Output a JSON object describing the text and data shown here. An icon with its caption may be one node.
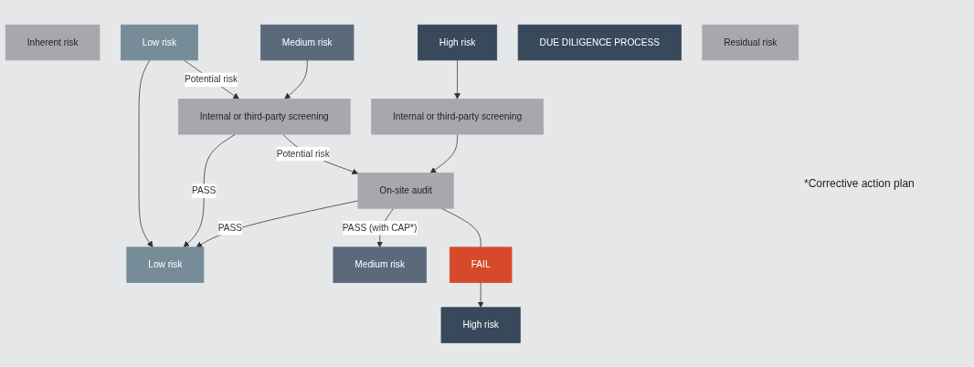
{
  "diagram": {
    "nodes": [
      {
        "text": [
          "Inherent risk"
        ]
      },
      {
        "text": [
          "Low risk"
        ]
      },
      {
        "text": [
          "Medium risk"
        ]
      },
      {
        "text": [
          "High risk"
        ]
      },
      {
        "text": [
          "DUE DILIGENCE PROCESS"
        ]
      },
      {
        "text": [
          "Internal or third-party screening"
        ]
      },
      {
        "text": [
          "Internal or third-party screening"
        ]
      },
      {
        "text": [
          "On-site audit"
        ]
      },
      {
        "text": [
          "FAIL"
        ]
      },
      {
        "text": [
          "Residual risk"
        ]
      },
      {
        "text": [
          "Low risk"
        ]
      },
      {
        "text": [
          "Medium risk"
        ]
      },
      {
        "text": [
          "High risk"
        ]
      }
    ],
    "edges": [
      {
        "from": 1,
        "to": 10,
        "arrow": "to"
      },
      {
        "from": 1,
        "to": 5,
        "label": "Potential risk",
        "arrow": "to"
      },
      {
        "from": 2,
        "to": 5,
        "arrow": "to"
      },
      {
        "from": 3,
        "to": 6,
        "arrow": "to"
      },
      {
        "from": 6,
        "to": 7,
        "arrow": "to"
      },
      {
        "from": 5,
        "to": 10,
        "label": "PASS",
        "arrow": "to"
      },
      {
        "from": 5,
        "to": 7,
        "label": "Potential risk",
        "arrow": "to"
      },
      {
        "from": 7,
        "to": 10,
        "label": "PASS",
        "arrow": "to"
      },
      {
        "from": 7,
        "to": 11,
        "label": "PASS (with CAP*)",
        "arrow": "to"
      },
      {
        "from": 7,
        "to": 8,
        "arrow": "none"
      },
      {
        "from": 8,
        "to": 12,
        "arrow": "to"
      }
    ],
    "labels": [
      "*Corrective action plan"
    ]
  }
}
